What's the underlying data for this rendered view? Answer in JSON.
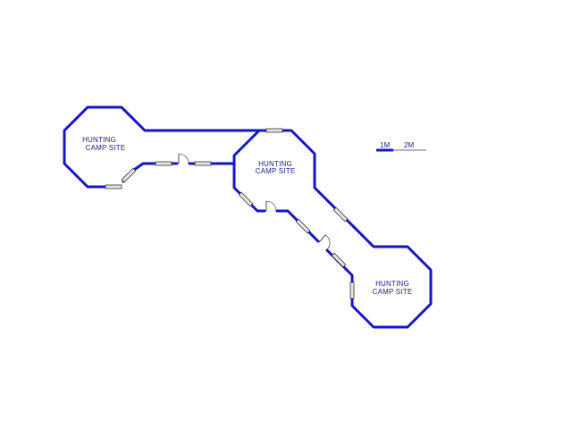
{
  "plan": {
    "rooms": [
      {
        "id": "left",
        "label_line1": "HUNTING",
        "label_line2": "CAMP SITE"
      },
      {
        "id": "center",
        "label_line1": "HUNTING",
        "label_line2": "CAMP SITE"
      },
      {
        "id": "right",
        "label_line1": "HUNTING",
        "label_line2": "CAMP SITE"
      }
    ],
    "scale_bar": {
      "label_1": "1M",
      "label_2": "2M"
    },
    "colors": {
      "wall": "#1515c8",
      "scale_light": "#9a9ab0",
      "text": "#1a1a8a"
    }
  }
}
